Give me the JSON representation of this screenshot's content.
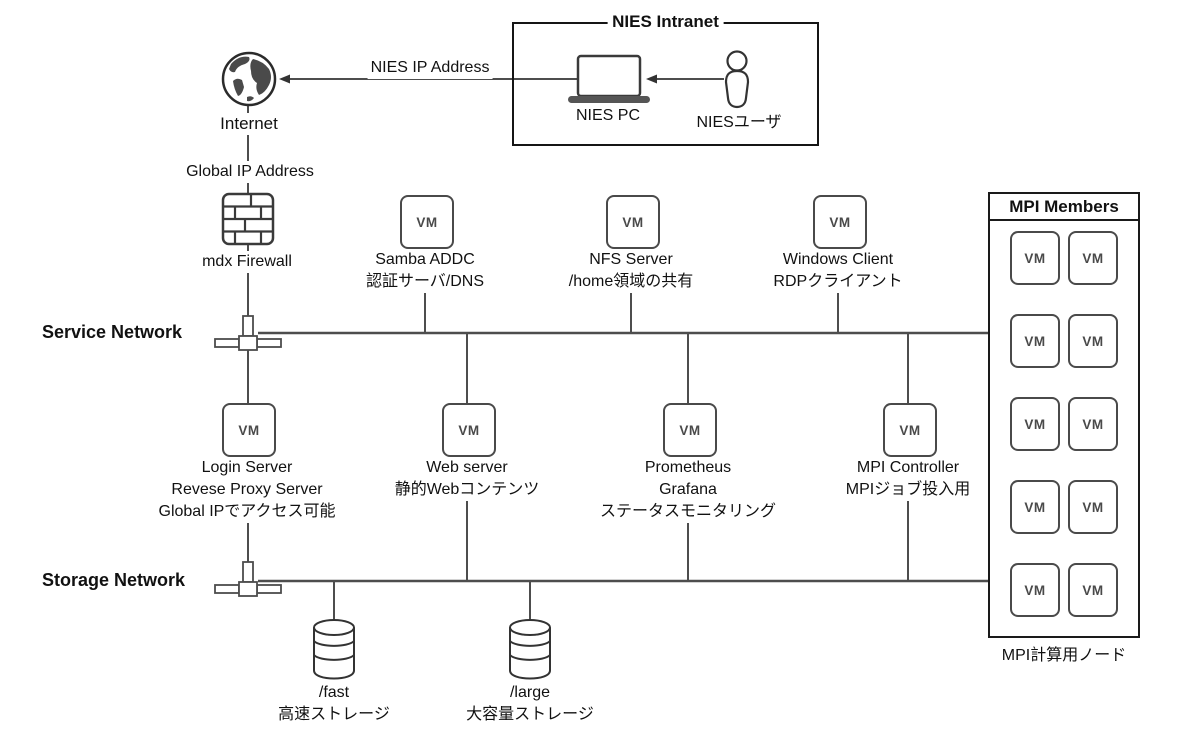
{
  "intranet": {
    "title": "NIES Intranet",
    "pc_label": "NIES PC",
    "user_label": "NIESユーザ",
    "arrow_label": "NIES IP Address"
  },
  "internet_label": "Internet",
  "global_ip_label": "Global IP Address",
  "firewall_label": "mdx Firewall",
  "service_network_label": "Service Network",
  "storage_network_label": "Storage Network",
  "vm_badge": "VM",
  "service_vms": [
    {
      "name": "Samba ADDC",
      "desc1": "認証サーバ/DNS"
    },
    {
      "name": "NFS Server",
      "desc1": "/home領域の共有"
    },
    {
      "name": "Windows Client",
      "desc1": "RDPクライアント"
    }
  ],
  "server_vms": [
    {
      "name": "Login Server",
      "desc1": "Revese Proxy Server",
      "desc2": "Global IPでアクセス可能"
    },
    {
      "name": "Web server",
      "desc1": "静的Webコンテンツ"
    },
    {
      "name": "Prometheus",
      "desc1": "Grafana",
      "desc2": "ステータスモニタリング"
    },
    {
      "name": "MPI Controller",
      "desc1": "MPIジョブ投入用"
    }
  ],
  "storages": [
    {
      "name": "/fast",
      "desc": "高速ストレージ"
    },
    {
      "name": "/large",
      "desc": "大容量ストレージ"
    }
  ],
  "mpi_members": {
    "title": "MPI Members",
    "footer": "MPI計算用ノード"
  }
}
